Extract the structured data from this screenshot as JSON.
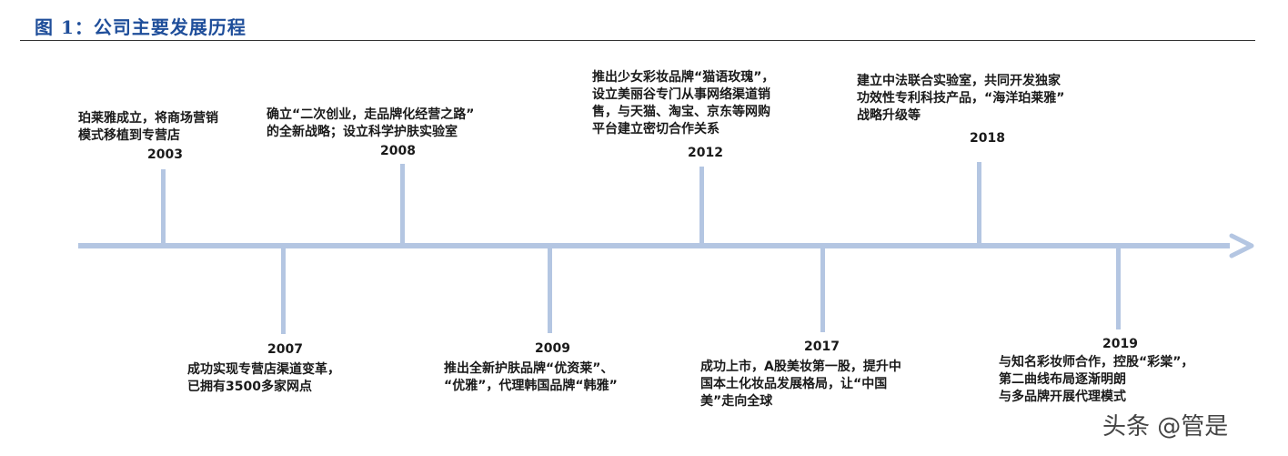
{
  "figure_title": "图 1：公司主要发展历程",
  "axis_color": "#b4c6e2",
  "title_color": "#1f4e9a",
  "events": [
    {
      "year": "2003",
      "lines": "珀莱雅成立，将商场营销\n模式移植到专营店"
    },
    {
      "year": "2007",
      "lines": "成功实现专营店渠道变革，\n已拥有3500多家网点"
    },
    {
      "year": "2008",
      "lines": "确立“二次创业，走品牌化经营之路”\n的全新战略；设立科学护肤实验室"
    },
    {
      "year": "2009",
      "lines": "推出全新护肤品牌“优资莱”、\n“优雅”，代理韩国品牌“韩雅”"
    },
    {
      "year": "2012",
      "lines": "推出少女彩妆品牌“猫语玫瑰”，\n设立美丽谷专门从事网络渠道销\n售，与天猫、淘宝、京东等网购\n平台建立密切合作关系"
    },
    {
      "year": "2017",
      "lines": "成功上市，A股美妆第一股，提升中\n国本土化妆品发展格局，让“中国\n美”走向全球"
    },
    {
      "year": "2018",
      "lines": "建立中法联合实验室，共同开发独家\n功效性专利科技产品，“海洋珀莱雅”\n战略升级等"
    },
    {
      "year": "2019",
      "lines": "与知名彩妆师合作，控股“彩棠”，\n第二曲线布局逐渐明朗\n与多品牌开展代理模式"
    }
  ],
  "watermark": "头条 @管是"
}
